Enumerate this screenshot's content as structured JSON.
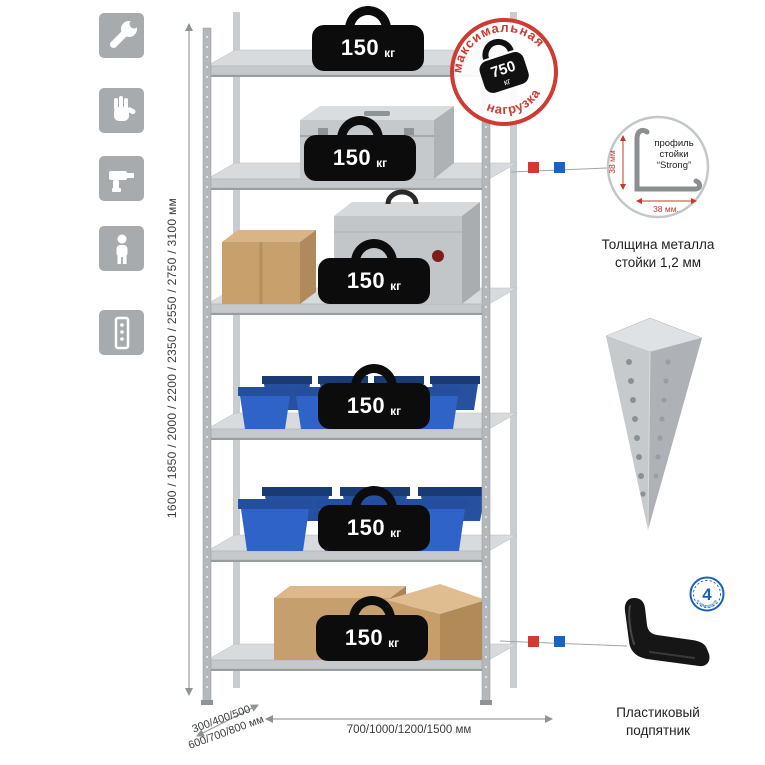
{
  "colors": {
    "marker_red": "#d6372e",
    "marker_blue": "#1b62c6",
    "stamp_red": "#cf3a32",
    "bin_blue": "#2f63c8",
    "icon_gray": "#a7abad"
  },
  "left_icons": [
    {
      "name": "wrench-icon"
    },
    {
      "name": "gloves-icon"
    },
    {
      "name": "drill-icon"
    },
    {
      "name": "person-icon"
    },
    {
      "name": "upright-profile-icon"
    }
  ],
  "rack": {
    "shelves": 6,
    "weights": [
      {
        "value": "150",
        "unit": "кг"
      },
      {
        "value": "150",
        "unit": "кг"
      },
      {
        "value": "150",
        "unit": "кг"
      },
      {
        "value": "150",
        "unit": "кг"
      },
      {
        "value": "150",
        "unit": "кг"
      },
      {
        "value": "150",
        "unit": "кг"
      }
    ]
  },
  "stamp": {
    "arc_top": "максимальная",
    "arc_bottom": "нагрузка",
    "value": "750",
    "unit": "кг"
  },
  "dimensions": {
    "height": "1600 / 1850 / 2000 / 2200 / 2350 / 2550 / 2750 / 3100 мм",
    "depth_line1": "300/400/500",
    "depth_line2": "600/700/800 мм",
    "width": "700/1000/1200/1500 мм"
  },
  "profile_callout": {
    "label_line1": "профиль",
    "label_line2": "стойки",
    "label_line3": "“Strong”",
    "dim_vertical": "38 мм",
    "dim_horizontal": "38 мм.",
    "caption_line1": "Толщина металла",
    "caption_line2": "стойки 1,2 мм"
  },
  "foot_callout": {
    "badge_value": "4",
    "badge_arc": "в комплекте",
    "caption_line1": "Пластиковый",
    "caption_line2": "подпятник"
  }
}
